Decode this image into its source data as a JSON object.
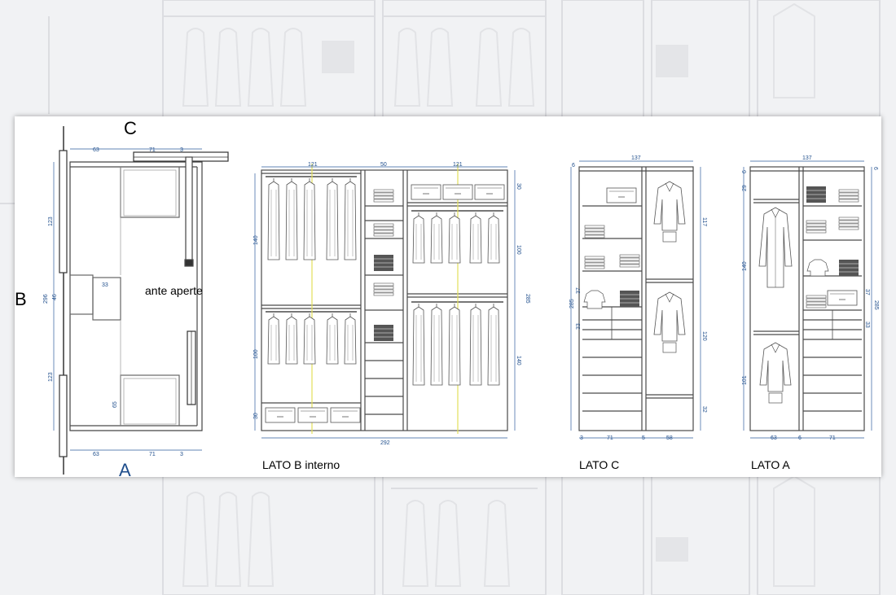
{
  "colors": {
    "line": "#4a4a4a",
    "dim": "#2e5d9e",
    "guide": "#e3e05a",
    "letterA": "#1f4e8c"
  },
  "plan": {
    "label_c": "C",
    "label_b": "B",
    "label_a": "A",
    "doors_note": "ante aperte",
    "dims": {
      "top_left": "63",
      "top_right": "71",
      "top_end": "3",
      "bottom_left": "63",
      "bottom_right": "71",
      "bottom_end": "3",
      "side_top": "123",
      "side_mid": "46",
      "side_total": "296",
      "side_bottom": "123",
      "inner": "33",
      "foot": "65"
    }
  },
  "elevations": {
    "lato_b": {
      "label": "LATO B interno",
      "dims": {
        "w_left": "121",
        "w_mid": "50",
        "w_right": "121",
        "total": "292",
        "h_left_upper": "140",
        "h_left_lower": "100",
        "h_left_base": "30",
        "h_right_top": "30",
        "h_right_mid": "100",
        "h_right_lower": "140",
        "h_right_total": "285"
      }
    },
    "lato_c": {
      "label": "LATO C",
      "dims": {
        "w_total": "137",
        "top": "6",
        "b_left": "3",
        "b_mid_left": "71",
        "b_gap": "5",
        "b_right": "58",
        "h_total": "285",
        "h_37": "37",
        "h_33": "33",
        "h_117": "117",
        "h_120": "120",
        "h_32": "32"
      }
    },
    "lato_a": {
      "label": "LATO A",
      "dims": {
        "w_total": "137",
        "top": "6",
        "top_left": "6",
        "h_29": "29",
        "h_140": "140",
        "h_101": "101",
        "b_left": "63",
        "b_gap": "6",
        "b_right": "71",
        "h_37": "37",
        "h_33": "33",
        "h_total": "285"
      }
    }
  }
}
